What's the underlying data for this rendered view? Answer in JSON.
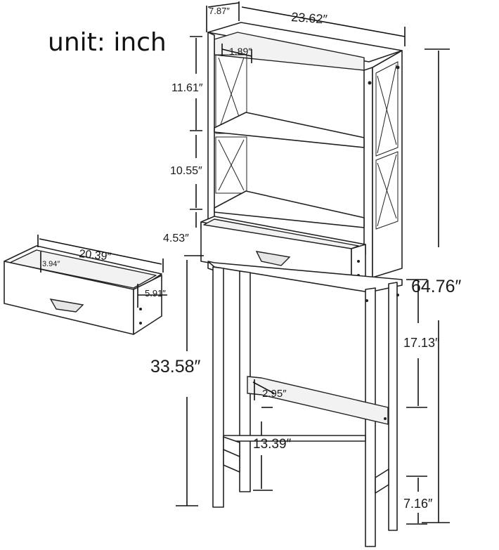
{
  "unit_label": "unit: inch",
  "dimensions": {
    "depth": "7.87″",
    "width": "23.62″",
    "side_post": "1.89″",
    "top_shelf_gap": "11.61″",
    "middle_shelf_gap": "10.55″",
    "drawer_opening": "4.53″",
    "total_height": "64.76″",
    "lower_section": "17.13″",
    "base_height": "33.58″",
    "stretcher_height": "2.95″",
    "stretcher_to_floor": "13.39″",
    "leg_brace_height": "7.16″"
  },
  "drawer_dimensions": {
    "length": "20.39″",
    "inner_height": "3.94″",
    "depth": "5.91″"
  }
}
